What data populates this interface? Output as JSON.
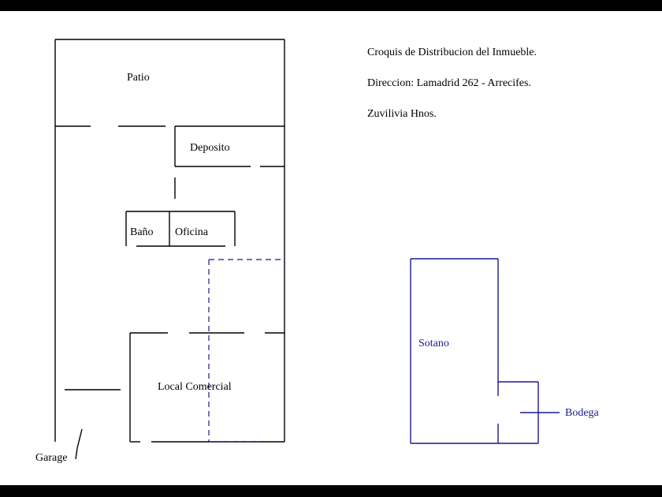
{
  "info": {
    "line1": "Croquis de Distribucion del Inmueble.",
    "line2": "Direccion: Lamadrid 262 - Arrecifes.",
    "line3": "Zuvilivia Hnos."
  },
  "rooms": {
    "patio": "Patio",
    "deposito": "Deposito",
    "bano": "Baño",
    "oficina": "Oficina",
    "local": "Local Comercial",
    "garage": "Garage",
    "sotano": "Sotano",
    "bodega": "Bodega"
  },
  "colors": {
    "wall": "#000000",
    "basement": "#1a1a8c",
    "background": "#ffffff",
    "frame": "#000000"
  }
}
